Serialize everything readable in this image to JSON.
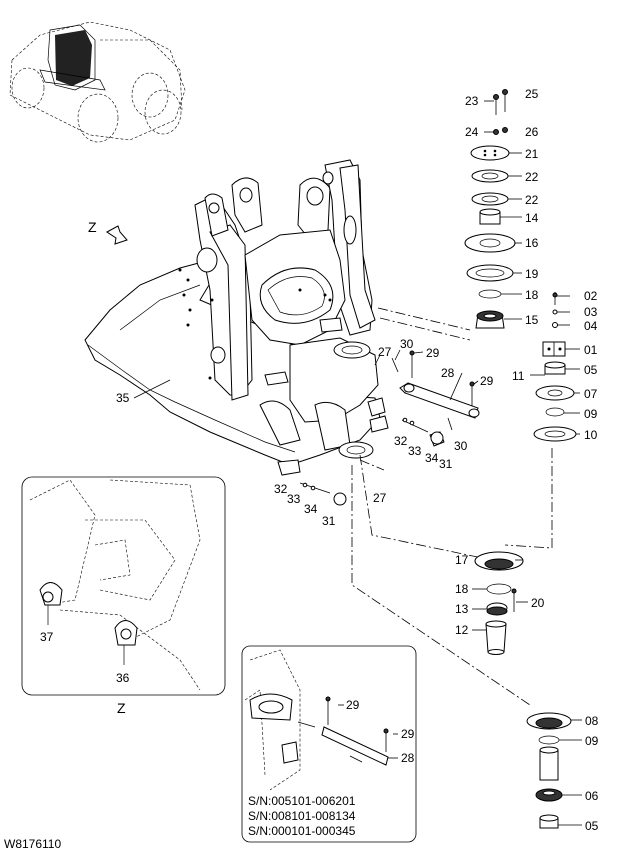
{
  "drawing_code": "W8176110",
  "view_label": "Z",
  "serial_numbers": [
    "S/N:005101-006201",
    "S/N:008101-008134",
    "S/N:000101-000345"
  ],
  "callouts": {
    "c23": "23",
    "c25": "25",
    "c24": "24",
    "c26": "26",
    "c21": "21",
    "c22a": "22",
    "c22b": "22",
    "c14": "14",
    "c16": "16",
    "c19": "19",
    "c18a": "18",
    "c15": "15",
    "c02": "02",
    "c03": "03",
    "c04": "04",
    "c01": "01",
    "c11": "11",
    "c05a": "05",
    "c07": "07",
    "c09a": "09",
    "c10": "10",
    "c30a": "30",
    "c29a": "29",
    "c27a": "27",
    "c28a": "28",
    "c29b": "29",
    "c32a": "32",
    "c33a": "33",
    "c34a": "34",
    "c31a": "31",
    "c30b": "30",
    "c35": "35",
    "c32b": "32",
    "c33b": "33",
    "c34b": "34",
    "c31b": "31",
    "c27b": "27",
    "c17": "17",
    "c18b": "18",
    "c13": "13",
    "c20": "20",
    "c12": "12",
    "c37": "37",
    "c36": "36",
    "c29c": "29",
    "c29d": "29",
    "c28b": "28",
    "c08": "08",
    "c09b": "09",
    "c06": "06",
    "c05b": "05"
  }
}
